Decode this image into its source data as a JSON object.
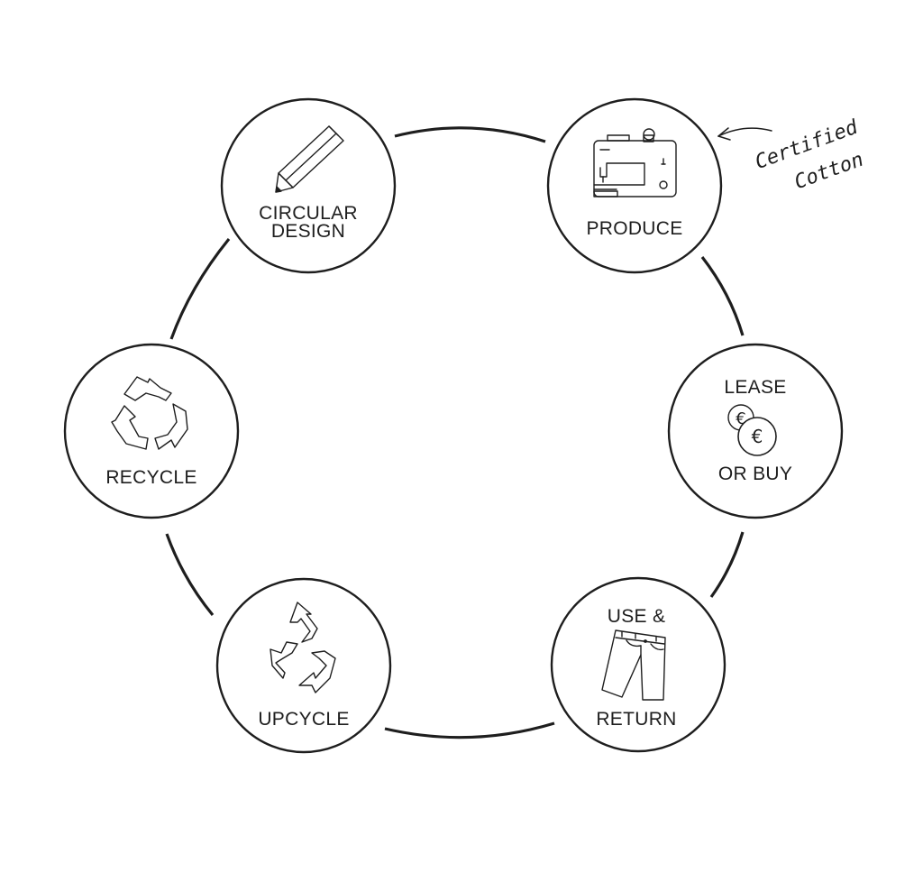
{
  "diagram": {
    "nodes": [
      {
        "id": "circular-design",
        "lines": [
          "CIRCULAR",
          "DESIGN"
        ],
        "icon": "pencil-icon"
      },
      {
        "id": "produce",
        "lines": [
          "PRODUCE"
        ],
        "icon": "sewing-machine-icon"
      },
      {
        "id": "lease-or-buy",
        "lines": [
          "LEASE",
          "OR BUY"
        ],
        "icon": "euro-coins-icon"
      },
      {
        "id": "use-and-return",
        "lines": [
          "USE &",
          "RETURN"
        ],
        "icon": "trousers-icon"
      },
      {
        "id": "upcycle",
        "lines": [
          "UPCYCLE"
        ],
        "icon": "upcycle-arrows-icon"
      },
      {
        "id": "recycle",
        "lines": [
          "RECYCLE"
        ],
        "icon": "recycle-icon"
      }
    ],
    "annotation": {
      "lines": [
        "Certified",
        "Cotton"
      ],
      "target": "produce",
      "icon": "curved-arrow-icon"
    },
    "coin_symbol": "€"
  },
  "colors": {
    "stroke": "#1e1e1e",
    "background": "#ffffff"
  }
}
